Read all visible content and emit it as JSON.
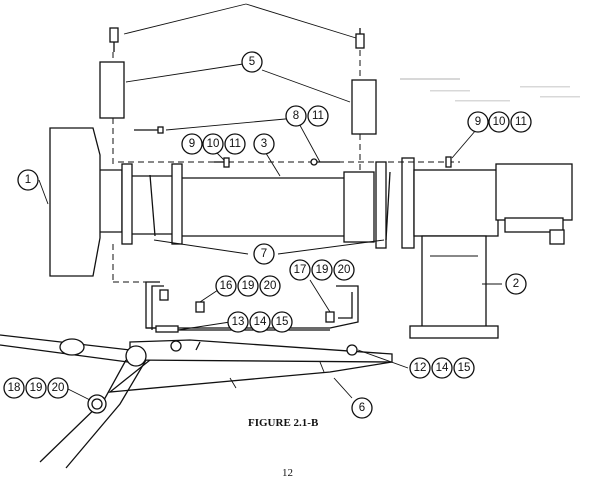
{
  "figure": {
    "caption": "FIGURE 2.1-B",
    "page_number": "12"
  },
  "callouts": [
    {
      "id": "c1",
      "labels": [
        "1"
      ]
    },
    {
      "id": "c2",
      "labels": [
        "2"
      ]
    },
    {
      "id": "c3",
      "labels": [
        "3"
      ]
    },
    {
      "id": "c5",
      "labels": [
        "5"
      ]
    },
    {
      "id": "c6",
      "labels": [
        "6"
      ]
    },
    {
      "id": "c7",
      "labels": [
        "7"
      ]
    },
    {
      "id": "c8",
      "labels": [
        "8",
        "11"
      ]
    },
    {
      "id": "c9a",
      "labels": [
        "9",
        "10",
        "11"
      ]
    },
    {
      "id": "c9b",
      "labels": [
        "9",
        "10",
        "11"
      ]
    },
    {
      "id": "c16",
      "labels": [
        "16",
        "19",
        "20"
      ]
    },
    {
      "id": "c17",
      "labels": [
        "17",
        "19",
        "20"
      ]
    },
    {
      "id": "c13",
      "labels": [
        "13",
        "14",
        "15"
      ]
    },
    {
      "id": "c12",
      "labels": [
        "12",
        "14",
        "15"
      ]
    },
    {
      "id": "c18",
      "labels": [
        "18",
        "19",
        "20"
      ]
    }
  ]
}
